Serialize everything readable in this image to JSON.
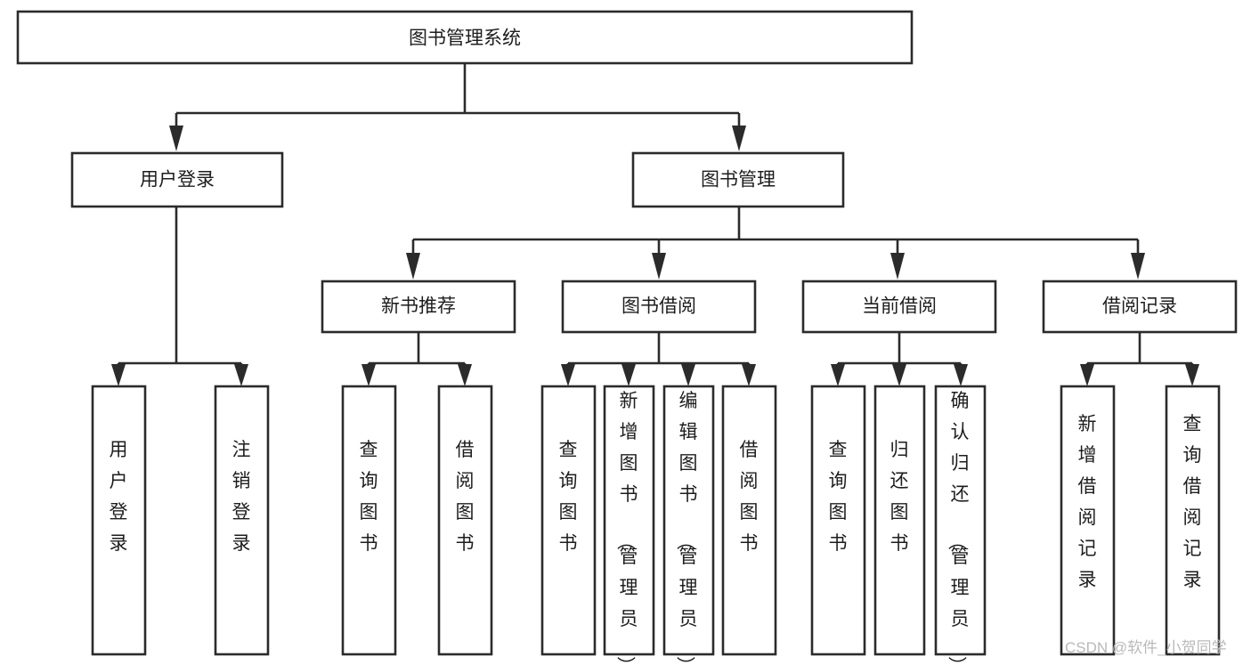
{
  "diagram": {
    "type": "tree-hierarchy-chart",
    "title": "图书管理系统",
    "orientation": "top-down",
    "colors": {
      "stroke": "#2b2b2b",
      "fill": "#ffffff",
      "text": "#1d1d1d",
      "background": "#ffffff",
      "watermark": "#b9b9b9"
    },
    "levels": [
      {
        "level": 1,
        "nodes": [
          {
            "id": "root",
            "label": "图书管理系统",
            "orientation": "horizontal"
          }
        ]
      },
      {
        "level": 2,
        "nodes": [
          {
            "id": "user-login",
            "label": "用户登录",
            "orientation": "horizontal",
            "parent": "root"
          },
          {
            "id": "book-manage",
            "label": "图书管理",
            "orientation": "horizontal",
            "parent": "root"
          }
        ]
      },
      {
        "level": 3,
        "nodes": [
          {
            "id": "new-book-rec",
            "label": "新书推荐",
            "orientation": "horizontal",
            "parent": "book-manage"
          },
          {
            "id": "book-borrow",
            "label": "图书借阅",
            "orientation": "horizontal",
            "parent": "book-manage"
          },
          {
            "id": "current-borrow",
            "label": "当前借阅",
            "orientation": "horizontal",
            "parent": "book-manage"
          },
          {
            "id": "borrow-record",
            "label": "借阅记录",
            "orientation": "horizontal",
            "parent": "book-manage"
          }
        ]
      },
      {
        "level": 4,
        "nodes": [
          {
            "id": "leaf-user-login",
            "label": "用户登录",
            "orientation": "vertical",
            "parent": "user-login"
          },
          {
            "id": "leaf-user-logout",
            "label": "注销登录",
            "orientation": "vertical",
            "parent": "user-login"
          },
          {
            "id": "leaf-rec-query-book",
            "label": "查询图书",
            "orientation": "vertical",
            "parent": "new-book-rec"
          },
          {
            "id": "leaf-rec-borrow-book",
            "label": "借阅图书",
            "orientation": "vertical",
            "parent": "new-book-rec"
          },
          {
            "id": "leaf-borrow-query-book",
            "label": "查询图书",
            "orientation": "vertical",
            "parent": "book-borrow"
          },
          {
            "id": "leaf-borrow-add-book",
            "label": "新增图书（管理员）",
            "orientation": "vertical",
            "parent": "book-borrow"
          },
          {
            "id": "leaf-borrow-edit-book",
            "label": "编辑图书（管理员）",
            "orientation": "vertical",
            "parent": "book-borrow"
          },
          {
            "id": "leaf-borrow-borrow-book",
            "label": "借阅图书",
            "orientation": "vertical",
            "parent": "book-borrow"
          },
          {
            "id": "leaf-current-query-book",
            "label": "查询图书",
            "orientation": "vertical",
            "parent": "current-borrow"
          },
          {
            "id": "leaf-current-return-book",
            "label": "归还图书",
            "orientation": "vertical",
            "parent": "current-borrow"
          },
          {
            "id": "leaf-current-confirm-return",
            "label": "确认归还（管理员）",
            "orientation": "vertical",
            "parent": "current-borrow"
          },
          {
            "id": "leaf-record-add",
            "label": "新增借阅记录",
            "orientation": "vertical",
            "parent": "borrow-record"
          },
          {
            "id": "leaf-record-query",
            "label": "查询借阅记录",
            "orientation": "vertical",
            "parent": "borrow-record"
          }
        ]
      }
    ]
  },
  "watermark": {
    "text": "CSDN @软件_小贺同学"
  }
}
